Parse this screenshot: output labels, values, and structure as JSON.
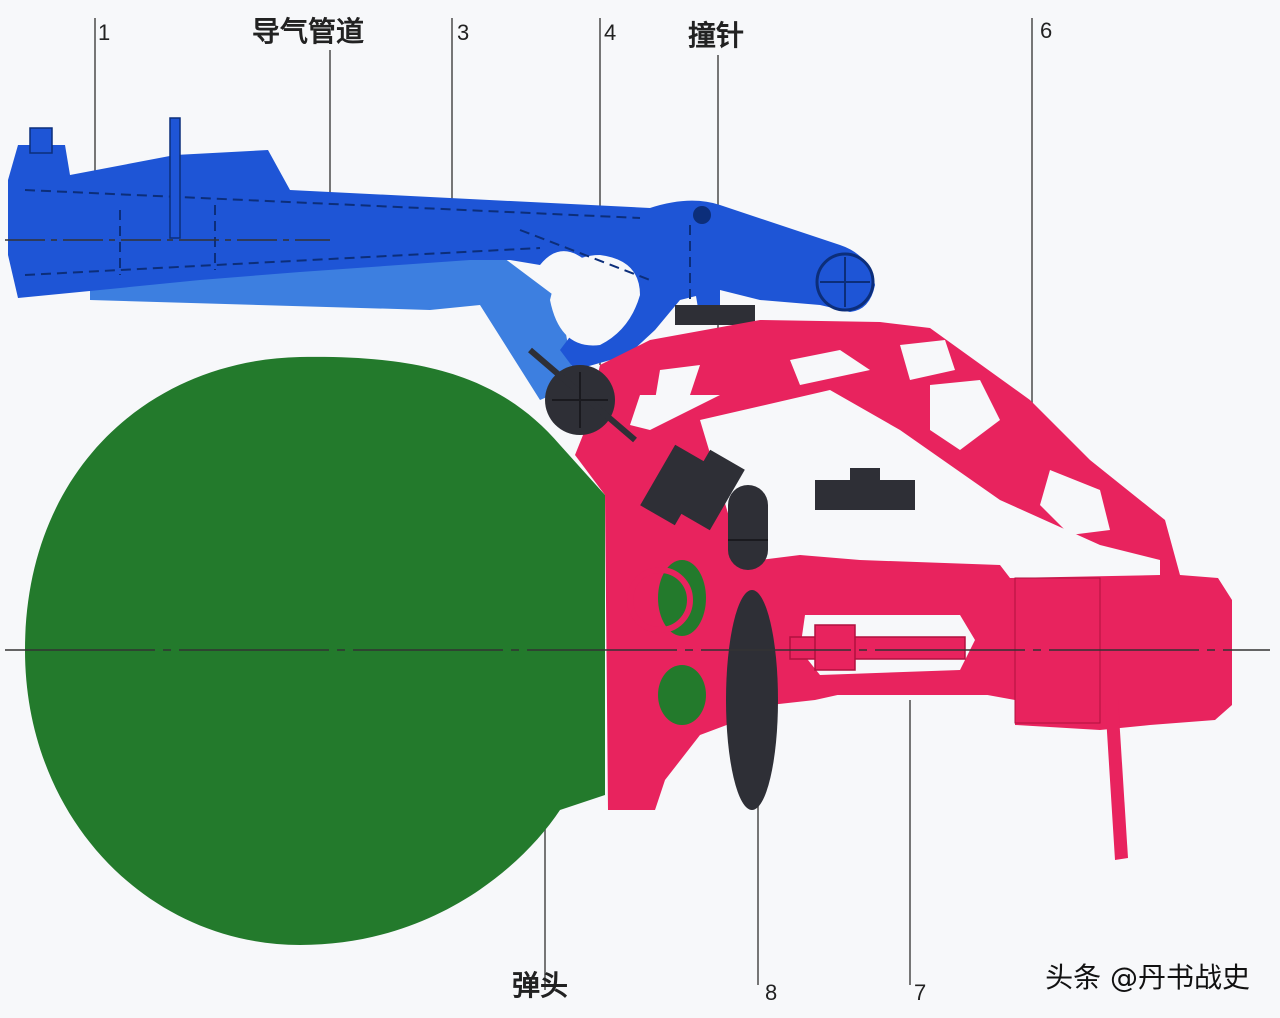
{
  "labels": {
    "n1": "1",
    "gas_tube": "导气管道",
    "n3": "3",
    "n4": "4",
    "striker": "撞针",
    "n6": "6",
    "warhead": "弹头",
    "n8": "8",
    "n7": "7"
  },
  "watermark": "头条 @丹书战史",
  "colors": {
    "blue_part": "#1e55d6",
    "light_blue_part": "#3d7fe0",
    "red_part": "#e8235e",
    "green_warhead": "#237a2c",
    "dark_part": "#2e2f36",
    "leader_line": "#555555",
    "background": "#f7f8fa"
  }
}
